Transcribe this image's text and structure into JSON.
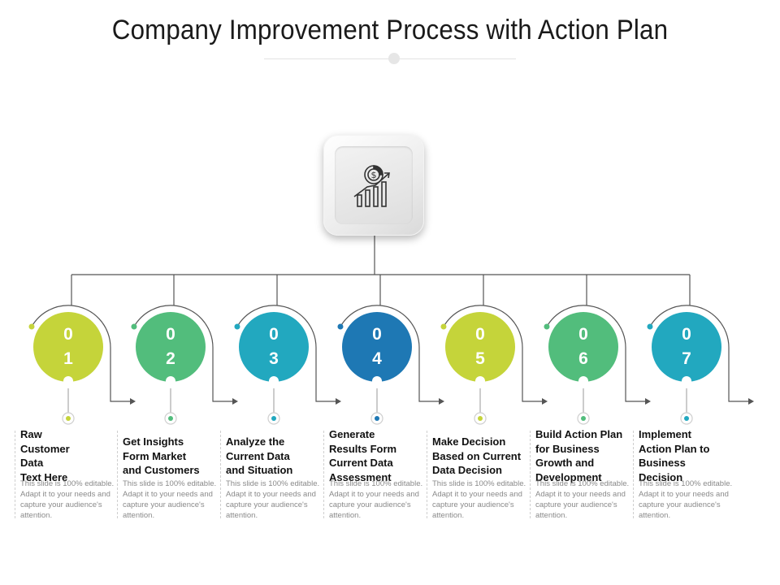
{
  "title": "Company  Improvement Process with Action Plan",
  "center_icon": "chart-dollar-growth-icon",
  "steps": [
    {
      "num_top": "0",
      "num_bottom": "1",
      "color": "#C5D43A",
      "heading": "Raw\nCustomer\nData\nText Here",
      "description": "This slide is 100% editable. Adapt it to your needs and capture your audience's attention."
    },
    {
      "num_top": "0",
      "num_bottom": "2",
      "color": "#52BD7C",
      "heading": "Get Insights\nForm Market\nand Customers",
      "description": "This slide is 100% editable. Adapt it to your needs and capture your audience's attention."
    },
    {
      "num_top": "0",
      "num_bottom": "3",
      "color": "#22A8BF",
      "heading": "Analyze the\nCurrent Data\nand Situation",
      "description": "This slide is 100% editable. Adapt it to your needs and capture your audience's attention."
    },
    {
      "num_top": "0",
      "num_bottom": "4",
      "color": "#1E78B4",
      "heading": "Generate\nResults Form\nCurrent Data\nAssessment",
      "description": "This slide is 100% editable. Adapt it to your needs and capture your audience's attention."
    },
    {
      "num_top": "0",
      "num_bottom": "5",
      "color": "#C5D43A",
      "heading": "Make Decision\nBased on Current\nData Decision",
      "description": "This slide is 100% editable. Adapt it to your needs and capture your audience's attention."
    },
    {
      "num_top": "0",
      "num_bottom": "6",
      "color": "#52BD7C",
      "heading": "Build Action Plan\nfor Business\nGrowth and\nDevelopment",
      "description": "This slide is 100% editable. Adapt it to your needs and capture your audience's attention."
    },
    {
      "num_top": "0",
      "num_bottom": "7",
      "color": "#22A8BF",
      "heading": "Implement\nAction Plan to\nBusiness\nDecision",
      "description": "This slide is 100% editable. Adapt it to your needs and capture your audience's attention."
    }
  ]
}
